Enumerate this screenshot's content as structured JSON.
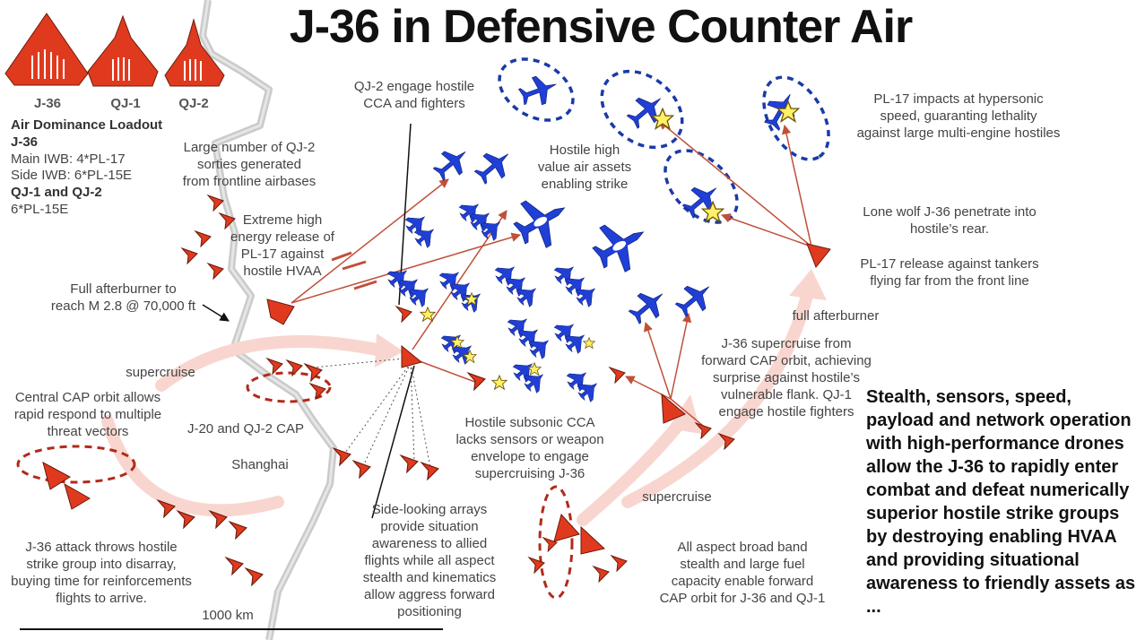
{
  "title": "J-36 in Defensive Counter Air",
  "legend": {
    "aircraft": [
      {
        "label": "J-36",
        "icon": "j36-aircraft-icon"
      },
      {
        "label": "QJ-1",
        "icon": "qj1-drone-icon"
      },
      {
        "label": "QJ-2",
        "icon": "qj2-drone-icon"
      }
    ],
    "loadout_heading": "Air Dominance Loadout",
    "j36_heading": "J-36",
    "main_iwb": "Main IWB: 4*PL-17",
    "side_iwb": "Side IWB: 6*PL-15E",
    "qj_heading": "QJ-1 and QJ-2",
    "qj_loadout": "6*PL-15E"
  },
  "annotations": {
    "qj2_sorties": "Large number of QJ-2\nsorties generated\nfrom frontline airbases",
    "qj2_engage": "QJ-2 engage hostile\nCCA and fighters",
    "hostile_hvaa": "Hostile high\nvalue air assets\nenabling strike",
    "pl17_impacts": "PL-17 impacts at hypersonic\nspeed, guaranting lethality\nagainst large multi-engine hostiles",
    "extreme_energy": "Extreme high\nenergy release of\nPL-17 against\nhostile HVAA",
    "lone_wolf": "Lone wolf J-36 penetrate into\nhostile’s rear.",
    "pl17_tankers": "PL-17 release against tankers\nflying far from the front line",
    "full_afterburner_left": "Full afterburner to\nreach M 2.8 @ 70,000 ft",
    "full_afterburner_right": "full afterburner",
    "supercruise_left": "supercruise",
    "central_cap": "Central CAP orbit allows\nrapid respond to multiple\nthreat vectors",
    "j20_cap": "J-20 and QJ-2 CAP",
    "shanghai": "Shanghai",
    "j36_supercruise": "J-36 supercruise from\nforward CAP orbit, achieving\nsurprise against hostile’s\nvulnerable flank. QJ-1\nengage hostile fighters",
    "hostile_cca": "Hostile subsonic CCA\nlacks sensors or weapon\nenvelope to engage\nsupercruising J-36",
    "supercruise_right": "supercruise",
    "j36_attack": "J-36 attack throws hostile\nstrike group into disarray,\nbuying time for reinforcements\nflights to arrive.",
    "side_arrays": "Side-looking arrays\nprovide situation\nawareness to allied\nflights while all aspect\nstealth and kinematics\nallow aggress forward\npositioning",
    "all_aspect": "All aspect broad band\nstealth and large fuel\ncapacity enable forward\nCAP orbit for J-36 and QJ-1",
    "scale": "1000 km"
  },
  "summary": "Stealth, sensors, speed, payload and network operation with high-performance drones allow the J-36 to rapidly enter combat and defeat numerically superior hostile strike groups by destroying enabling HVAA and providing situational awareness to friendly assets as ...",
  "colors": {
    "friendly": "#e03a1e",
    "hostile": "#1f3fd6",
    "orbit_dashed": "#b22a1a",
    "hostile_ring": "#1a3aa8",
    "arrow": "#c0503a",
    "flow_arrow": "#f8d6cf"
  }
}
